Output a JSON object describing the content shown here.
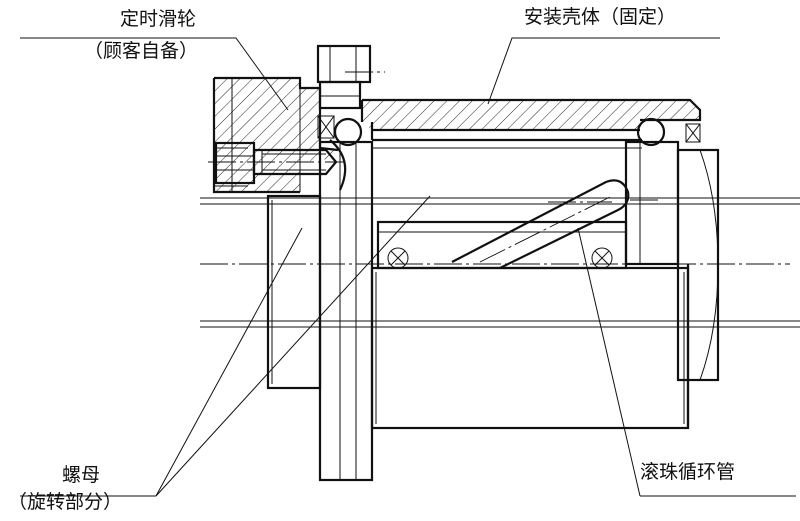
{
  "labels": {
    "pulley": "定时滑轮",
    "pulley_note": "（顾客自备）",
    "housing": "安装壳体（固定）",
    "nut": "螺母",
    "nut_note": "（旋转部分）",
    "return_tube": "滚珠循环管"
  }
}
